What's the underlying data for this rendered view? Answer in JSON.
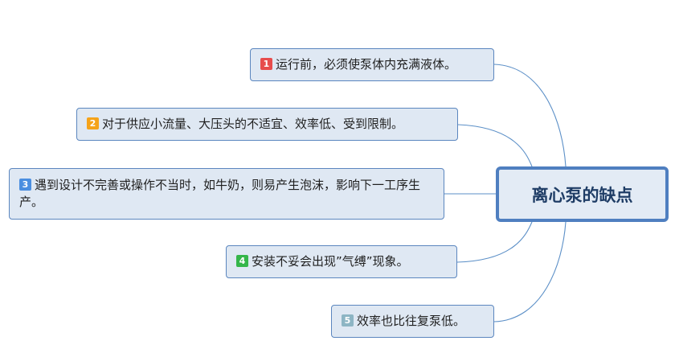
{
  "central_topic": "离心泵的缺点",
  "branches": [
    {
      "badge": "1",
      "badge_color": "#e74c4c",
      "text": "运行前，必须使泵体内充满液体。"
    },
    {
      "badge": "2",
      "badge_color": "#f5a31a",
      "text": "对于供应小流量、大压头的不适宜、效率低、受到限制。"
    },
    {
      "badge": "3",
      "badge_color": "#4a8ee0",
      "text": "遇到设计不完善或操作不当时，如牛奶，则易产生泡沫，影响下一工序生产。"
    },
    {
      "badge": "4",
      "badge_color": "#35b64a",
      "text": "安装不妥会出现”气缚”现象。"
    },
    {
      "badge": "5",
      "badge_color": "#8db5c4",
      "text": "效率也比往复泵低。"
    }
  ]
}
